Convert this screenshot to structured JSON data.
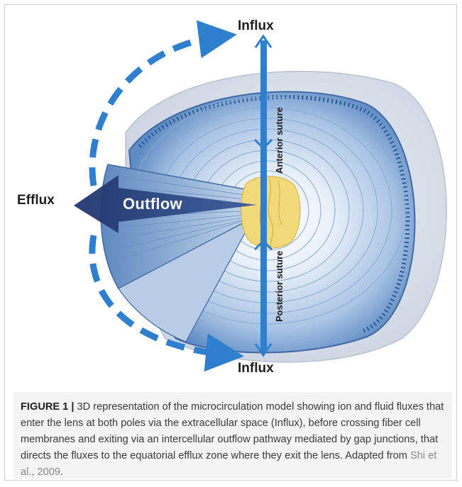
{
  "figure": {
    "labels": {
      "influx_top": "Influx",
      "influx_bottom": "Influx",
      "efflux": "Efflux",
      "outflow": "Outflow",
      "anterior_suture": "Anterior suture",
      "posterior_suture": "Posterior suture"
    },
    "colors": {
      "arrow_blue": "#2f7fcf",
      "outflow_navy": "#243e79",
      "lens_nucleus": "#f2da7a",
      "lens_outer": "#6f98c8",
      "lens_inner": "#dfe9f5",
      "capsule_shell": "#dde3ec"
    }
  },
  "caption": {
    "label": "FIGURE 1",
    "separator": "|",
    "text_before_cite": "3D representation of the microcirculation model showing ion and fluid fluxes that enter the lens at both poles via the extracellular space (Influx), before crossing fiber cell membranes and exiting via an intercellular outflow pathway mediated by gap junctions, that directs the fluxes to the equatorial efflux zone where they exit the lens. Adapted from ",
    "citation": "Shi et al., 2009",
    "text_after_cite": "."
  }
}
